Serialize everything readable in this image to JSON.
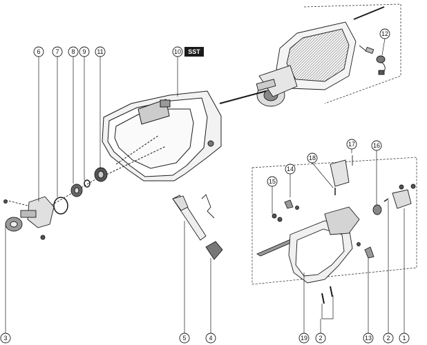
{
  "diagram": {
    "callouts": [
      {
        "id": "1",
        "label": "1"
      },
      {
        "id": "2",
        "label": "2"
      },
      {
        "id": "3",
        "label": "3"
      },
      {
        "id": "4",
        "label": "4"
      },
      {
        "id": "5",
        "label": "5"
      },
      {
        "id": "6",
        "label": "6"
      },
      {
        "id": "7",
        "label": "7"
      },
      {
        "id": "8",
        "label": "8"
      },
      {
        "id": "9",
        "label": "9"
      },
      {
        "id": "10",
        "label": "10"
      },
      {
        "id": "11",
        "label": "11"
      },
      {
        "id": "12",
        "label": "12"
      },
      {
        "id": "13",
        "label": "13"
      },
      {
        "id": "14",
        "label": "14"
      },
      {
        "id": "15",
        "label": "15"
      },
      {
        "id": "16",
        "label": "16"
      },
      {
        "id": "17",
        "label": "17"
      },
      {
        "id": "18",
        "label": "18"
      },
      {
        "id": "19",
        "label": "19"
      },
      {
        "id": "2b",
        "label": "2"
      }
    ],
    "sst_badge": "SST",
    "colors": {
      "line": "#1a1a1a",
      "shade": "#9a9a9a",
      "dark": "#3c3c3c",
      "badge_bg": "#1a1a1a"
    }
  }
}
